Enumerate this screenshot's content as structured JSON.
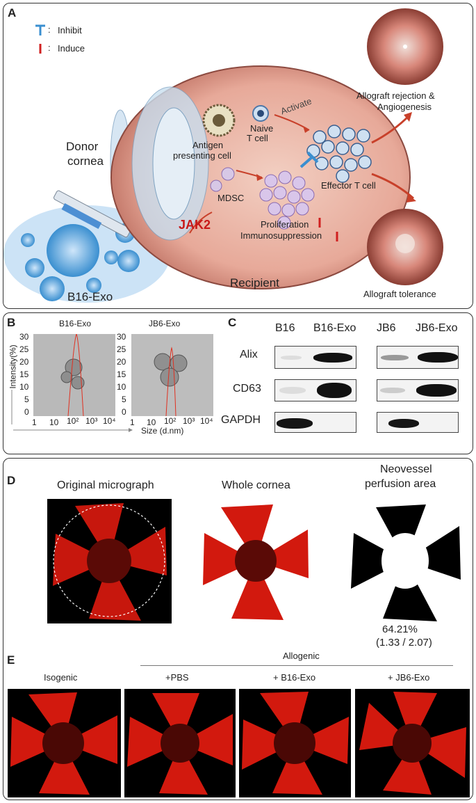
{
  "panel_a": {
    "label": "A",
    "legend": {
      "inhibit": "Inhibit",
      "induce": "Induce",
      "colon": ":"
    },
    "donor_cornea": [
      "Donor",
      "cornea"
    ],
    "b16_exo": "B16-Exo",
    "recipient": "Recipient",
    "apc": [
      "Antigen",
      "presenting cell"
    ],
    "naive": [
      "Naive",
      "T cell"
    ],
    "activate": "Activate",
    "mdsc": "MDSC",
    "jak2": "JAK2",
    "effector": "Effector T cell",
    "proliferation": "Proliferation",
    "immuno": "Immunosuppression",
    "rejection": [
      "Allograft rejection &",
      "Angiogenesis"
    ],
    "tolerance": "Allograft tolerance"
  },
  "panel_b": {
    "label": "B",
    "titles": [
      "B16-Exo",
      "JB6-Exo"
    ],
    "ylabel": "Intensity(%)",
    "xlabel": "Size (d.nm)",
    "yticks": [
      "30",
      "25",
      "20",
      "15",
      "10",
      "5",
      "0"
    ],
    "xticks": [
      "1",
      "10",
      "10²",
      "10³",
      "10⁴"
    ]
  },
  "panel_c": {
    "label": "C",
    "lanes": [
      "B16",
      "B16-Exo",
      "JB6",
      "JB6-Exo"
    ],
    "proteins": [
      "Alix",
      "CD63",
      "GAPDH"
    ]
  },
  "panel_d": {
    "label": "D",
    "titles": [
      "Original micrograph",
      "Whole cornea",
      "Neovessel",
      "perfusion area"
    ],
    "percent": "64.21%",
    "ratio": "(1.33 / 2.07)"
  },
  "panel_e": {
    "label": "E",
    "allogenic": "Allogenic",
    "groups": [
      "Isogenic",
      "+PBS",
      "+ B16-Exo",
      "+ JB6-Exo"
    ]
  },
  "colors": {
    "vessel_red": "#e02010",
    "inhibit_blue": "#3a8fd0",
    "induce_red": "#d02020",
    "jak2_red": "#c81818"
  }
}
